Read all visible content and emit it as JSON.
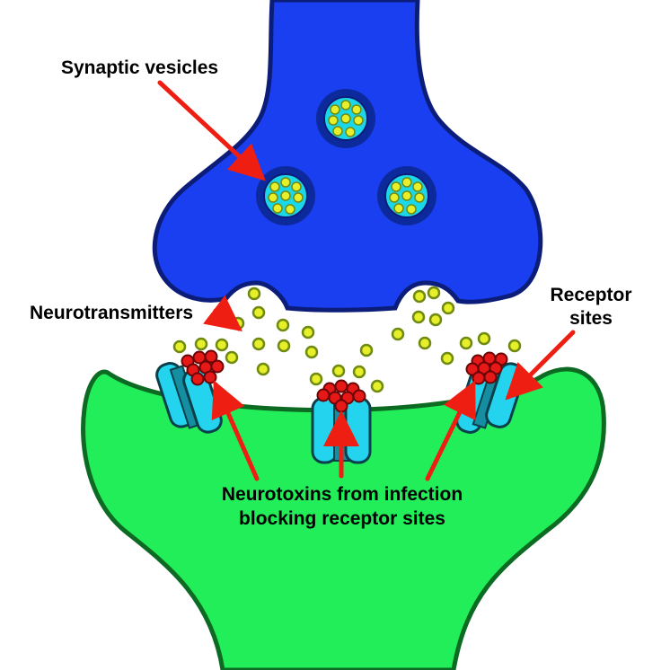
{
  "labels": {
    "synaptic_vesicles": "Synaptic vesicles",
    "neurotransmitters": "Neurotransmitters",
    "receptor_line1": "Receptor",
    "receptor_line2": "sites",
    "neurotoxin_line1": "Neurotoxins from infection",
    "neurotoxin_line2": "blocking receptor sites"
  },
  "colors": {
    "presynaptic_fill": "#1a3ff0",
    "presynaptic_stroke": "#0b1d78",
    "postsynaptic_fill": "#22ee5a",
    "postsynaptic_stroke": "#0d6a22",
    "vesicle_fill": "#1ad8ea",
    "neurotransmitter_fill": "#e6ef2a",
    "neurotransmitter_stroke": "#6f8a10",
    "receptor_fill": "#24d4ee",
    "receptor_dark": "#158ea2",
    "neurotoxin_fill": "#e61818",
    "arrow": "#ee1e12"
  }
}
